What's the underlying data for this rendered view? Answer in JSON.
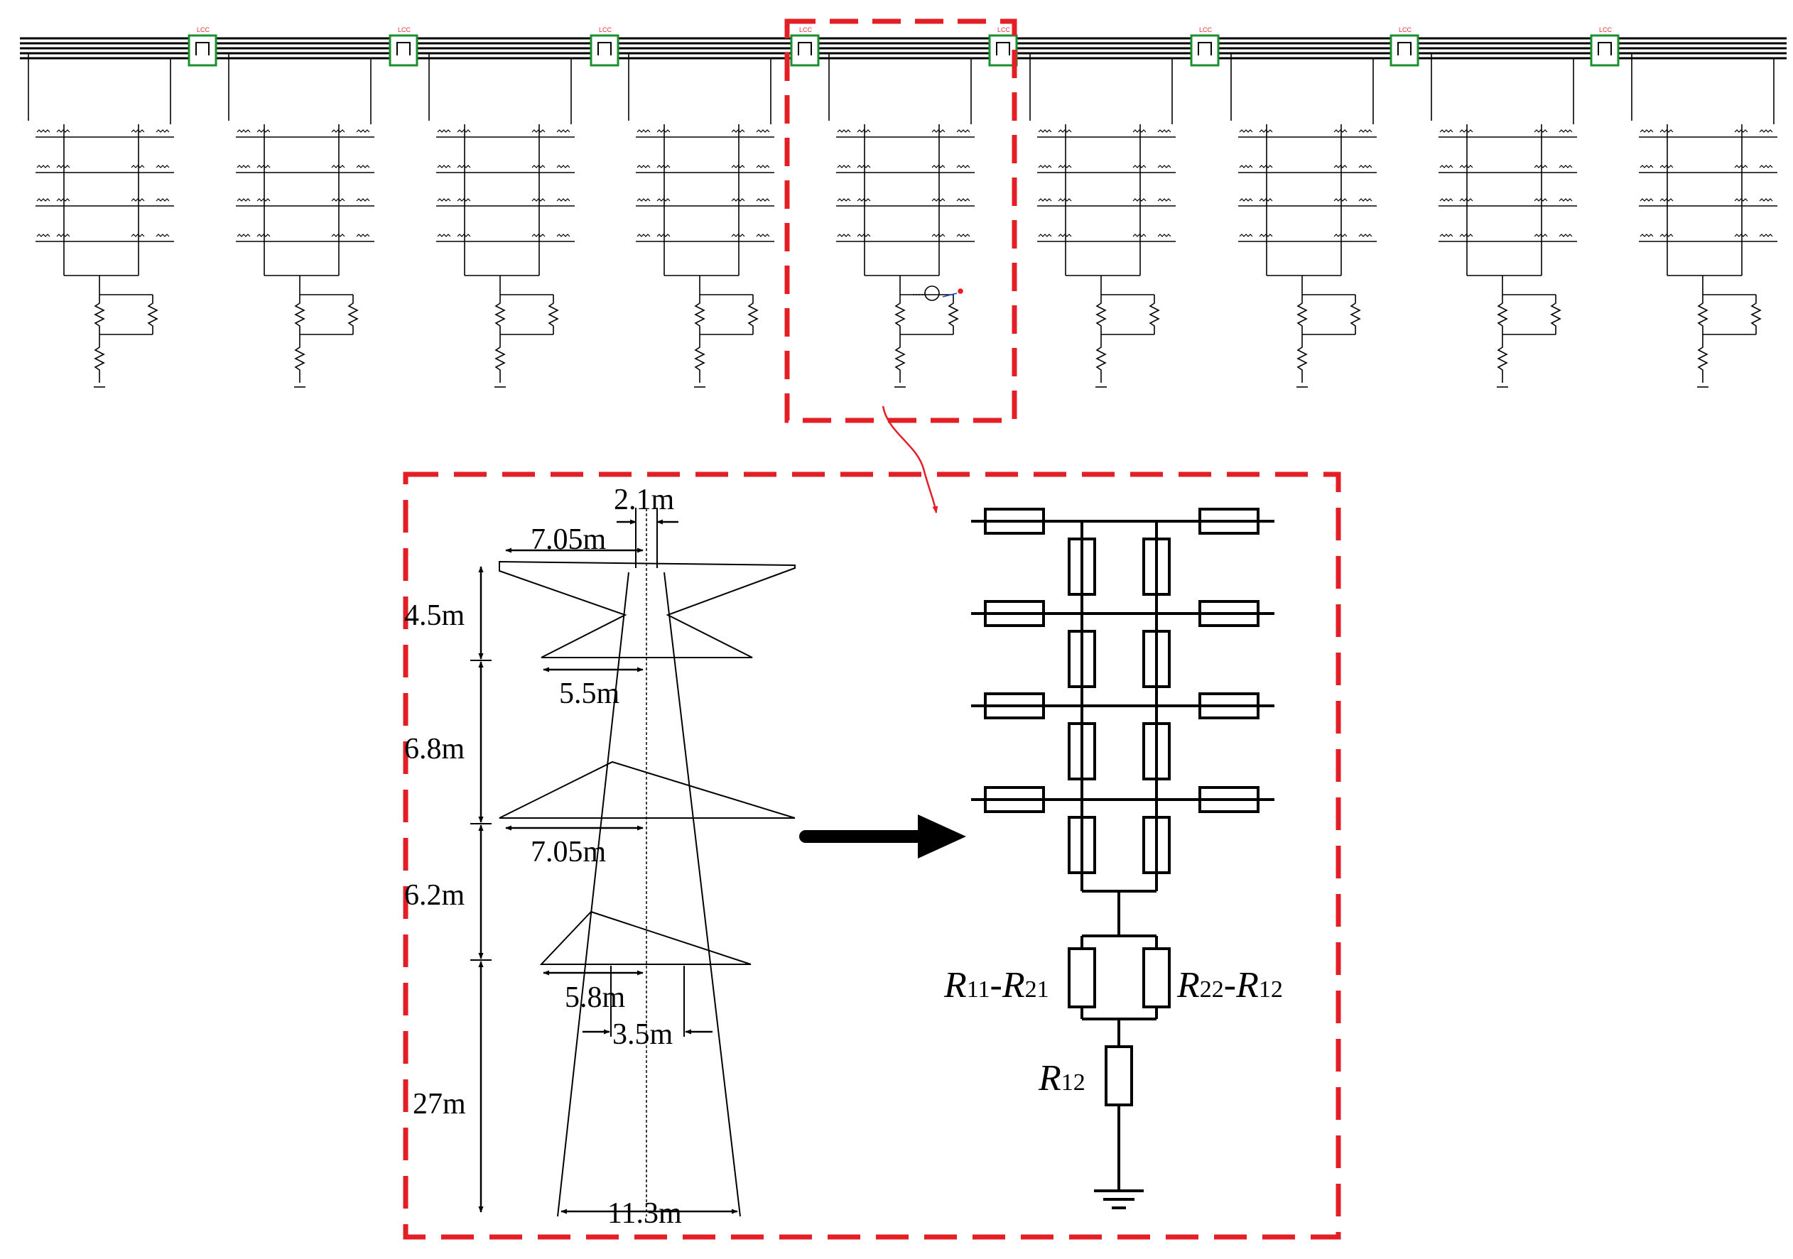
{
  "tower": {
    "dims": {
      "top_gap": "2.1m",
      "top_arm": "7.05m",
      "height_1": "4.5m",
      "arm_2": "5.5m",
      "height_2": "6.8m",
      "arm_3": "7.05m",
      "height_3": "6.2m",
      "arm_4": "5.8m",
      "waist": "3.5m",
      "height_4": "27m",
      "base": "11.3m"
    }
  },
  "circuit": {
    "r_left": {
      "a": "R",
      "a_sub": "11",
      "sep": "-",
      "b": "R",
      "b_sub": "21"
    },
    "r_right": {
      "a": "R",
      "a_sub": "22",
      "sep": "-",
      "b": "R",
      "b_sub": "12"
    },
    "r_bottom": {
      "a": "R",
      "a_sub": "12"
    }
  },
  "schematic": {
    "block_label": "LCC",
    "towers": 9,
    "blocks": 8,
    "highlight_color": "#e31e24",
    "block_color": "#1a8f2e"
  }
}
